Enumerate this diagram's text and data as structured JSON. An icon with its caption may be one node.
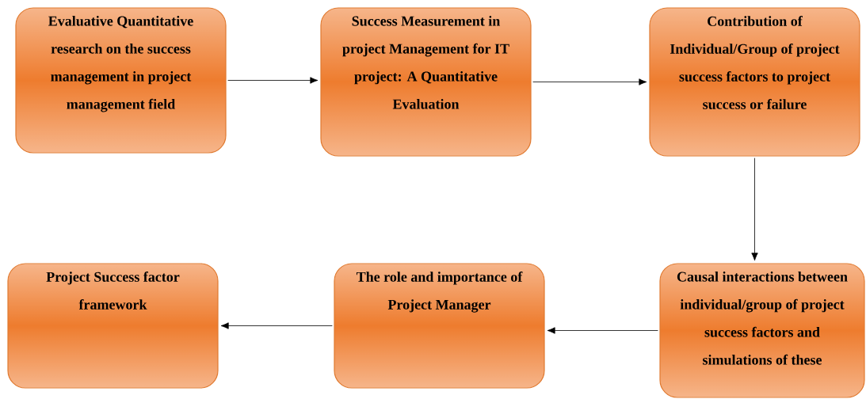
{
  "diagram": {
    "nodes": [
      {
        "text": [
          "Evaluative Quantitative research on the success management in project management field"
        ]
      },
      {
        "text": [
          "Success Measurement in project Management for IT project: A Quantitative Evaluation"
        ]
      },
      {
        "text": [
          "Contribution of Individual/Group of project success factors to project success or failure"
        ]
      },
      {
        "text": [
          "Causal interactions between individual/group of project success factors and simulations of these"
        ]
      },
      {
        "text": [
          "The role and importance of Project Manager"
        ]
      },
      {
        "text": [
          "Project Success factor framework"
        ]
      }
    ],
    "edges": [
      {
        "from": 0,
        "to": 1,
        "arrow": "to"
      },
      {
        "from": 1,
        "to": 2,
        "arrow": "to"
      },
      {
        "from": 2,
        "to": 3,
        "arrow": "to"
      },
      {
        "from": 3,
        "to": 4,
        "arrow": "to"
      },
      {
        "from": 4,
        "to": 5,
        "arrow": "to"
      }
    ]
  }
}
